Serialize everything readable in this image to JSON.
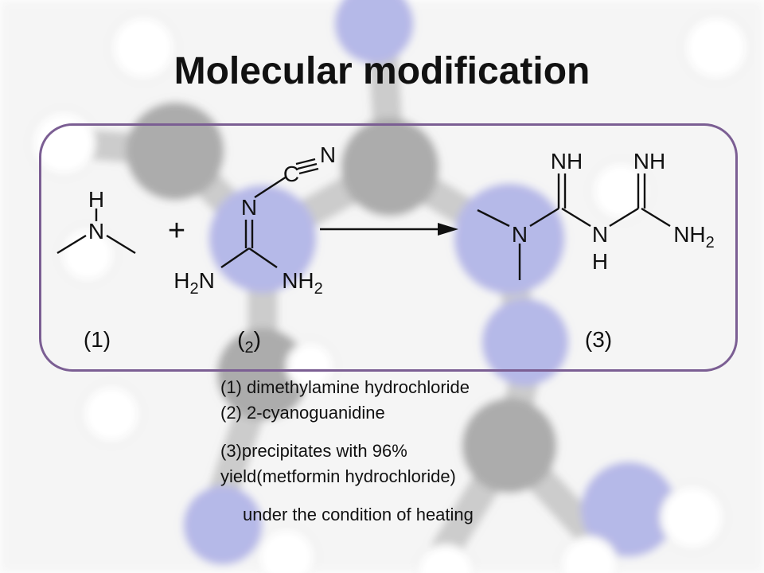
{
  "slide": {
    "title": "Molecular modification"
  },
  "scheme": {
    "reactant1": {
      "label": "(1)",
      "atoms": {
        "h": "H",
        "n": "N"
      }
    },
    "plus": "+",
    "reactant2": {
      "label": "(2)",
      "atoms": {
        "nitrile_n": "N",
        "c": "C",
        "n": "N",
        "left_amine": "H2N",
        "right_amine": "NH2"
      }
    },
    "product": {
      "label": "(3)",
      "atoms": {
        "nh_left": "NH",
        "nh_right": "NH",
        "n_left": "N",
        "n_mid": "N",
        "h": "H",
        "nh2": "NH2"
      }
    }
  },
  "notes": {
    "line1": "(1) dimethylamine hydrochloride",
    "line2": "(2) 2-cyanoguanidine",
    "line3": "(3)precipitates with 96%",
    "line4": "yield(metformin hydrochloride)",
    "line5": "under the condition of heating"
  },
  "colors": {
    "panel_border": "#7b5e93",
    "background_atom_blue": "#9b9fe0",
    "background_atom_gray": "#8e8e8e",
    "text": "#111111"
  }
}
